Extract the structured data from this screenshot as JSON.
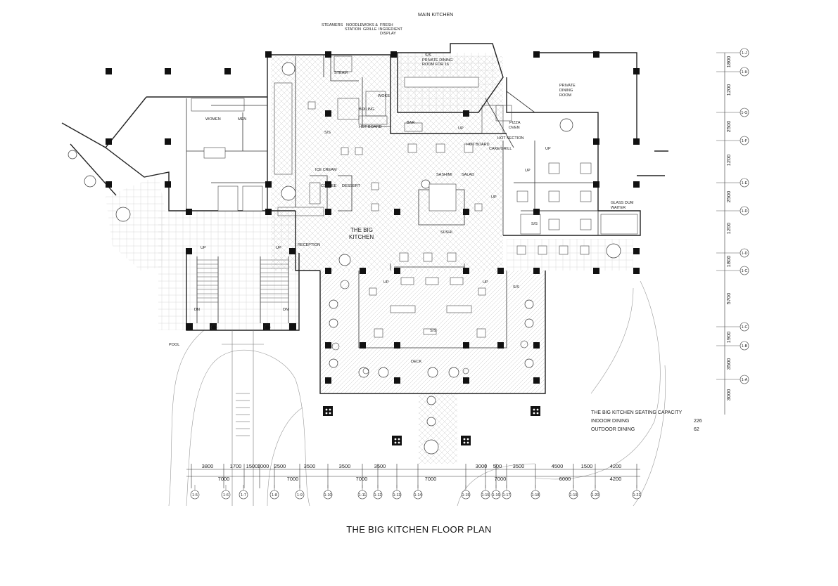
{
  "title": "THE BIG KITCHEN FLOOR PLAN",
  "room_labels": {
    "main_kitchen": "MAIN KITCHEN",
    "steamers": "STEAMERS",
    "noodle_station_1": "NOODLE",
    "noodle_station_2": "STATION",
    "woks_grille_1": "WOKS &",
    "woks_grille_2": "GRILLE",
    "fresh_1": "FRESH",
    "fresh_2": "INGREDIENT",
    "fresh_3": "DISPLAY",
    "pdr_ss": "S/S",
    "pdr_1": "PRIVATE DINING",
    "pdr_2": "ROOM FOR 16",
    "private_dining_1": "PRIVATE",
    "private_dining_2": "DINING",
    "private_dining_3": "ROOM",
    "steam": "STEAM",
    "woks": "WOKS",
    "boiling": "BOILING",
    "hot_board_1": "HOT BOARD",
    "bar": "BAR",
    "pizza_1": "PIZZA",
    "pizza_2": "OVEN",
    "hot_section": "HOT SECTION",
    "hot_board_2": "HOT BOARD",
    "cake_grill": "CAKE/GRILL",
    "women": "WOMEN",
    "men": "MEN",
    "ice_cream": "ICE CREAM",
    "coffee": "COFFEE",
    "dessert": "DESSERT",
    "sashimi": "SASHIMI",
    "salad": "SALAD",
    "sushi": "SUSHI",
    "big_kitchen_1": "THE BIG",
    "big_kitchen_2": "KITCHEN",
    "reception": "RECEPTION",
    "glass_1": "GLASS DUM",
    "glass_2": "WAITER",
    "deck": "DECK",
    "pool": "POOL",
    "ss": "S/S",
    "up": "UP",
    "dn": "DN"
  },
  "seating": {
    "heading": "THE BIG KITCHEN SEATING CAPACITY",
    "indoor_label": "INDOOR DINING",
    "indoor_value": "226",
    "outdoor_label": "OUTDOOR DINING",
    "outdoor_value": "62"
  },
  "dims_top": [
    "3800",
    "1700",
    "1500",
    "1000",
    "2500",
    "3500",
    "3500",
    "3500",
    "3000",
    "500",
    "3500",
    "4500",
    "1500",
    "4200"
  ],
  "dims_bottom": [
    "7000",
    "7000",
    "7000",
    "7000",
    "7000",
    "6000",
    "4200"
  ],
  "grid_bottom": [
    "1-5",
    "1-6",
    "1-7",
    "1-8",
    "1-9",
    "1-10",
    "1-11",
    "1-12",
    "1-13",
    "1-14",
    "1-15",
    "1-15",
    "1-16",
    "1-17",
    "1-18",
    "1-19",
    "1-20",
    "1-21"
  ],
  "dims_right": [
    "1800",
    "1200",
    "2500",
    "1200",
    "2500",
    "1200",
    "1800",
    "5700",
    "1900",
    "3500",
    "3000"
  ],
  "grid_right": [
    "1-J",
    "1-H",
    "1-G",
    "1-F",
    "1-E",
    "1-D",
    "1-D",
    "1-C",
    "1-C",
    "1-B",
    "1-A"
  ]
}
